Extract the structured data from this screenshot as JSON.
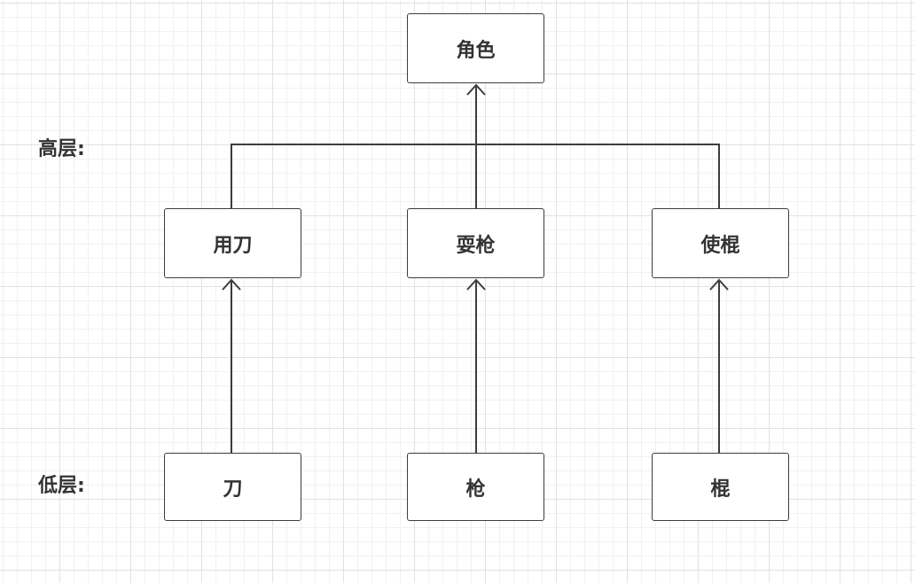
{
  "tiers": {
    "high": "高层:",
    "low": "低层:"
  },
  "nodes": {
    "role": "角色",
    "use_knife": "用刀",
    "wield_spear": "耍枪",
    "use_staff": "使棍",
    "knife": "刀",
    "spear": "枪",
    "staff": "棍"
  },
  "colors": {
    "line": "#3d3d3d",
    "text": "#333333",
    "grid_major": "#e2e2e2",
    "grid_minor": "#f1f1f1",
    "background": "#ffffff"
  }
}
